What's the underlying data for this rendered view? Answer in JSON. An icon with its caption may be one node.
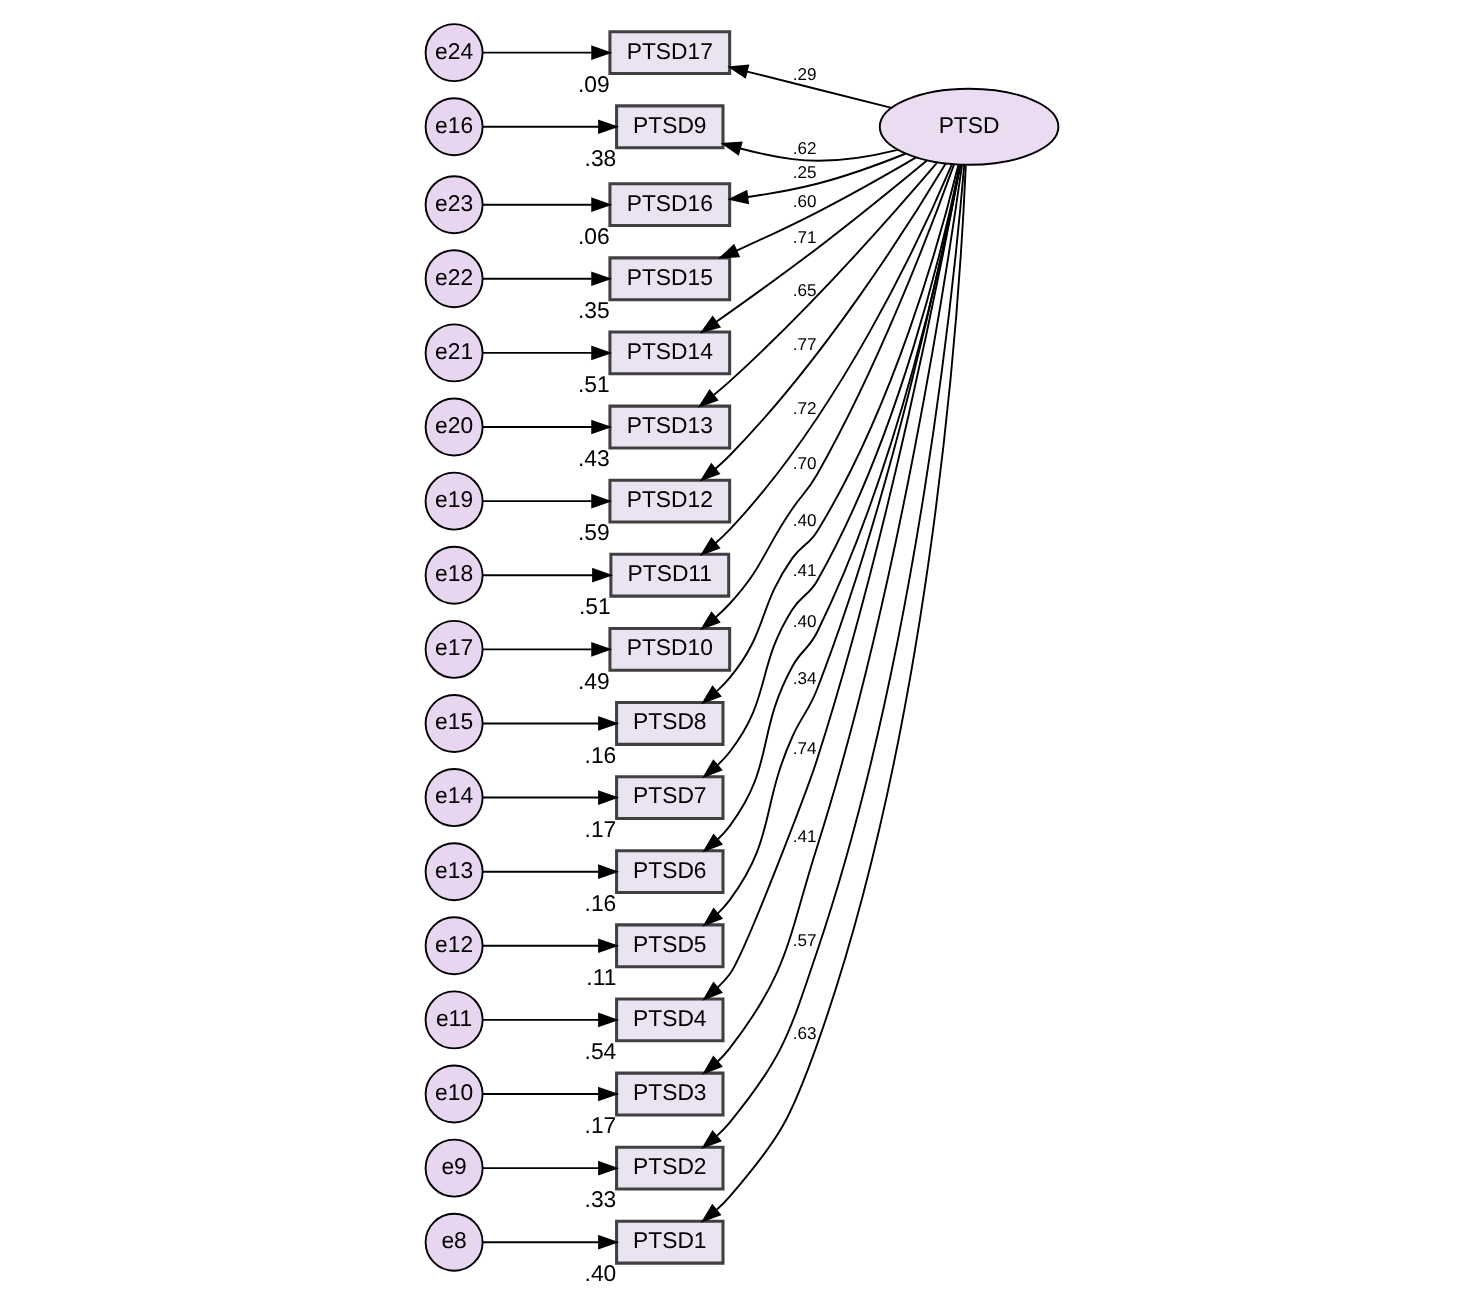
{
  "diagram": {
    "nodes": [
      {
        "text": [
          "e24"
        ]
      },
      {
        "text": [
          "PTSD17"
        ],
        "beside": [
          ".09"
        ]
      },
      {
        "text": [
          "e23"
        ]
      },
      {
        "text": [
          "PTSD16"
        ],
        "beside": [
          ".06"
        ]
      },
      {
        "text": [
          "e22"
        ]
      },
      {
        "text": [
          "PTSD15"
        ],
        "beside": [
          ".35"
        ]
      },
      {
        "text": [
          "e21"
        ]
      },
      {
        "text": [
          "PTSD14"
        ],
        "beside": [
          ".51"
        ]
      },
      {
        "text": [
          "e20"
        ]
      },
      {
        "text": [
          "PTSD13"
        ],
        "beside": [
          ".43"
        ]
      },
      {
        "text": [
          "e19"
        ]
      },
      {
        "text": [
          "PTSD12"
        ],
        "beside": [
          ".59"
        ]
      },
      {
        "text": [
          "e18"
        ]
      },
      {
        "text": [
          "PTSD11"
        ],
        "beside": [
          ".51"
        ]
      },
      {
        "text": [
          "e17"
        ]
      },
      {
        "text": [
          "PTSD10"
        ],
        "beside": [
          ".49"
        ]
      },
      {
        "text": [
          "e16"
        ]
      },
      {
        "text": [
          "PTSD9"
        ],
        "beside": [
          ".38"
        ]
      },
      {
        "text": [
          "e15"
        ]
      },
      {
        "text": [
          "PTSD8"
        ],
        "beside": [
          ".16"
        ]
      },
      {
        "text": [
          "e14"
        ]
      },
      {
        "text": [
          "PTSD7"
        ],
        "beside": [
          ".17"
        ]
      },
      {
        "text": [
          "e13"
        ]
      },
      {
        "text": [
          "PTSD6"
        ],
        "beside": [
          ".16"
        ]
      },
      {
        "text": [
          "e12"
        ]
      },
      {
        "text": [
          "PTSD5"
        ],
        "beside": [
          ".11"
        ]
      },
      {
        "text": [
          "e11"
        ]
      },
      {
        "text": [
          "PTSD4"
        ],
        "beside": [
          ".54"
        ]
      },
      {
        "text": [
          "e10"
        ]
      },
      {
        "text": [
          "PTSD3"
        ],
        "beside": [
          ".17"
        ]
      },
      {
        "text": [
          "e9"
        ]
      },
      {
        "text": [
          "PTSD2"
        ],
        "beside": [
          ".33"
        ]
      },
      {
        "text": [
          "e8"
        ]
      },
      {
        "text": [
          "PTSD1"
        ],
        "beside": [
          ".40"
        ]
      },
      {
        "text": [
          "PTSD"
        ]
      }
    ],
    "edges": [
      {
        "from": 0,
        "to": 1,
        "arrow": "to"
      },
      {
        "from": 2,
        "to": 3,
        "arrow": "to"
      },
      {
        "from": 4,
        "to": 5,
        "arrow": "to"
      },
      {
        "from": 6,
        "to": 7,
        "arrow": "to"
      },
      {
        "from": 8,
        "to": 9,
        "arrow": "to"
      },
      {
        "from": 10,
        "to": 11,
        "arrow": "to"
      },
      {
        "from": 12,
        "to": 13,
        "arrow": "to"
      },
      {
        "from": 14,
        "to": 15,
        "arrow": "to"
      },
      {
        "from": 16,
        "to": 17,
        "arrow": "to"
      },
      {
        "from": 18,
        "to": 19,
        "arrow": "to"
      },
      {
        "from": 20,
        "to": 21,
        "arrow": "to"
      },
      {
        "from": 22,
        "to": 23,
        "arrow": "to"
      },
      {
        "from": 24,
        "to": 25,
        "arrow": "to"
      },
      {
        "from": 26,
        "to": 27,
        "arrow": "to"
      },
      {
        "from": 28,
        "to": 29,
        "arrow": "to"
      },
      {
        "from": 30,
        "to": 31,
        "arrow": "to"
      },
      {
        "from": 32,
        "to": 33,
        "arrow": "to"
      },
      {
        "from": 34,
        "to": 1,
        "arrow": "to",
        "label": ".29"
      },
      {
        "from": 34,
        "to": 3,
        "arrow": "to",
        "label": ".25"
      },
      {
        "from": 34,
        "to": 5,
        "arrow": "to",
        "label": ".60"
      },
      {
        "from": 34,
        "to": 7,
        "arrow": "to",
        "label": ".71"
      },
      {
        "from": 34,
        "to": 9,
        "arrow": "to",
        "label": ".65"
      },
      {
        "from": 34,
        "to": 11,
        "arrow": "to",
        "label": ".77"
      },
      {
        "from": 34,
        "to": 13,
        "arrow": "to",
        "label": ".72"
      },
      {
        "from": 34,
        "to": 15,
        "arrow": "to",
        "label": ".70"
      },
      {
        "from": 34,
        "to": 17,
        "arrow": "to",
        "label": ".62"
      },
      {
        "from": 34,
        "to": 19,
        "arrow": "to",
        "label": ".40"
      },
      {
        "from": 34,
        "to": 21,
        "arrow": "to",
        "label": ".41"
      },
      {
        "from": 34,
        "to": 23,
        "arrow": "to",
        "label": ".40"
      },
      {
        "from": 34,
        "to": 25,
        "arrow": "to",
        "label": ".34"
      },
      {
        "from": 34,
        "to": 27,
        "arrow": "to",
        "label": ".74"
      },
      {
        "from": 34,
        "to": 29,
        "arrow": "to",
        "label": ".41"
      },
      {
        "from": 34,
        "to": 31,
        "arrow": "to",
        "label": ".57"
      },
      {
        "from": 34,
        "to": 33,
        "arrow": "to",
        "label": ".63"
      }
    ]
  }
}
